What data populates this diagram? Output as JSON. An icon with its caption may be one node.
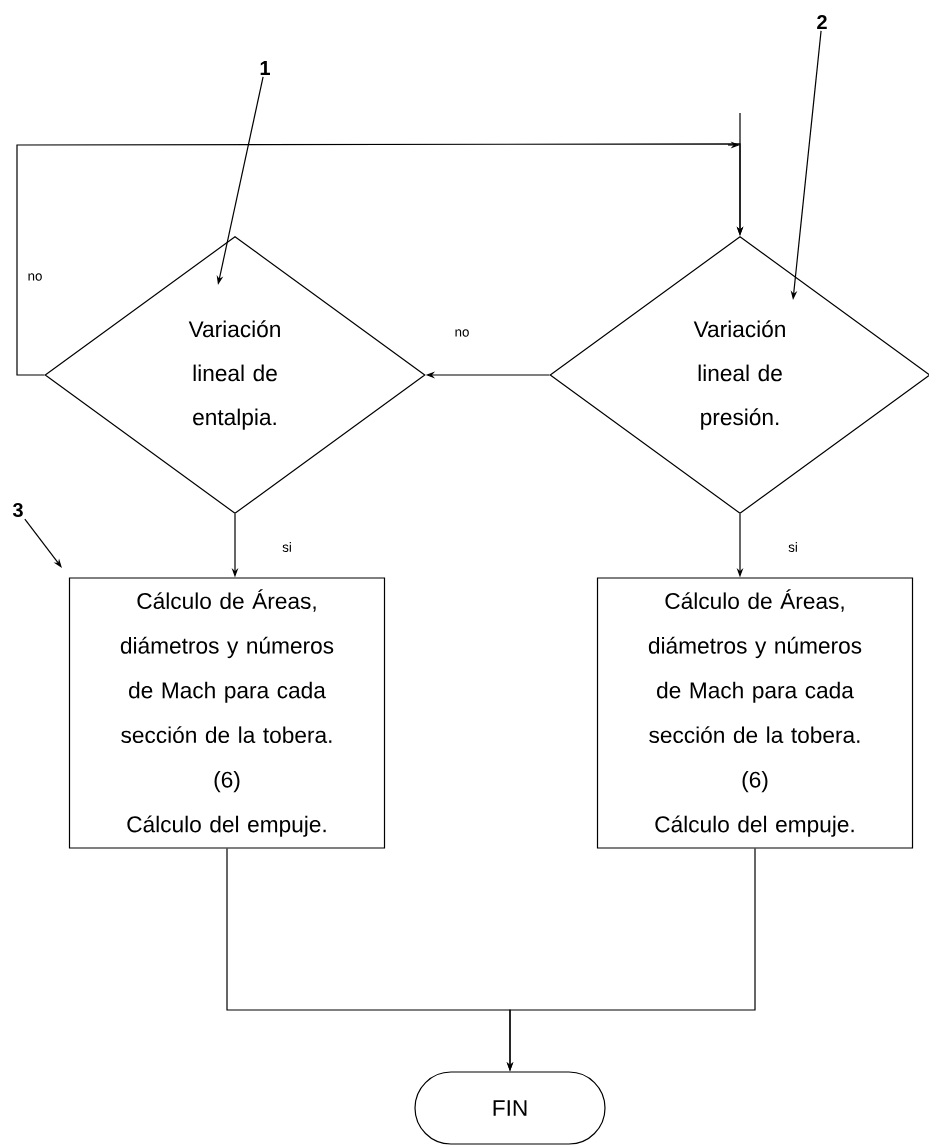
{
  "diagram": {
    "nodes": [
      {
        "text": [
          "2"
        ]
      },
      {
        "text": [
          "1"
        ]
      },
      {
        "text": [
          "Variación lineal de entalpia."
        ]
      },
      {
        "text": [
          "Variación lineal de presión."
        ]
      },
      {
        "text": [
          "3"
        ]
      },
      {
        "text": [
          "Cálculo de Áreas, diámetros y números de Mach para cada sección de la tobera.",
          "(6)",
          "Cálculo del empuje."
        ]
      },
      {
        "text": [
          "Cálculo de Áreas, diámetros y números de Mach para cada sección de la tobera.",
          "(6)",
          "Cálculo del empuje."
        ]
      },
      {
        "text": [
          "FIN"
        ]
      }
    ],
    "edges": [
      {
        "from": 0,
        "to": 3,
        "arrow": "to"
      },
      {
        "from": 1,
        "to": 2,
        "arrow": "to"
      },
      {
        "from": 4,
        "to": 5,
        "arrow": "to"
      },
      {
        "from": 2,
        "to": 3,
        "arrow": "to",
        "label": "no"
      },
      {
        "from": null,
        "to": 3,
        "arrow": "to"
      },
      {
        "from": 3,
        "to": 2,
        "arrow": "to",
        "label": "no"
      },
      {
        "from": 2,
        "to": 5,
        "arrow": "to",
        "label": "si"
      },
      {
        "from": 3,
        "to": 6,
        "arrow": "to",
        "label": "si"
      },
      {
        "from": 5,
        "to": 7,
        "arrow": "to"
      },
      {
        "from": 6,
        "to": 7,
        "arrow": "to"
      }
    ]
  }
}
